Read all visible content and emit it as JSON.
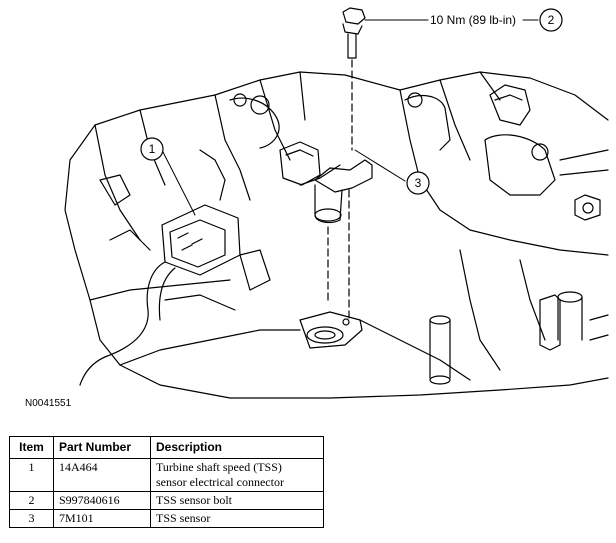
{
  "figure": {
    "id": "N0041551",
    "torque_spec": "10 Nm (89 lb-in)",
    "callouts": [
      "1",
      "2",
      "3"
    ]
  },
  "table": {
    "headers": [
      "Item",
      "Part Number",
      "Description"
    ],
    "rows": [
      {
        "item": "1",
        "part_number": "14A464",
        "description_line1": "Turbine shaft speed (TSS)",
        "description_line2": "sensor electrical connector"
      },
      {
        "item": "2",
        "part_number": "S997840616",
        "description_line1": "TSS sensor bolt",
        "description_line2": ""
      },
      {
        "item": "3",
        "part_number": "7M101",
        "description_line1": "TSS sensor",
        "description_line2": ""
      }
    ]
  }
}
